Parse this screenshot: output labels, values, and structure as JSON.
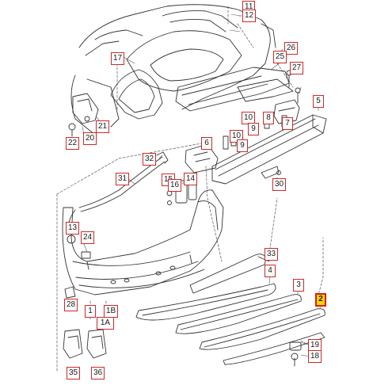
{
  "diagram": {
    "callouts": {
      "c11": "11",
      "c12": "12",
      "c26": "26",
      "c25": "25",
      "c27": "27",
      "c17": "17",
      "c6": "6",
      "c5": "5",
      "c22": "22",
      "c20": "20",
      "c21": "21",
      "c10": "10",
      "c9": "9",
      "c8": "8",
      "c7": "7",
      "c32": "32",
      "c31": "31",
      "c14": "14",
      "c15": "15",
      "c16": "16",
      "c30": "30",
      "c13": "13",
      "c24": "24",
      "c33": "33",
      "c4": "4",
      "c3": "3",
      "c2": "2",
      "c28": "28",
      "c1": "1",
      "c1b": "1B",
      "c1a": "1A",
      "c19": "19",
      "c18": "18",
      "c35": "35",
      "c36": "36"
    },
    "highlight_color": "#ffd400",
    "callout_border_color": "#cc2a2a"
  }
}
